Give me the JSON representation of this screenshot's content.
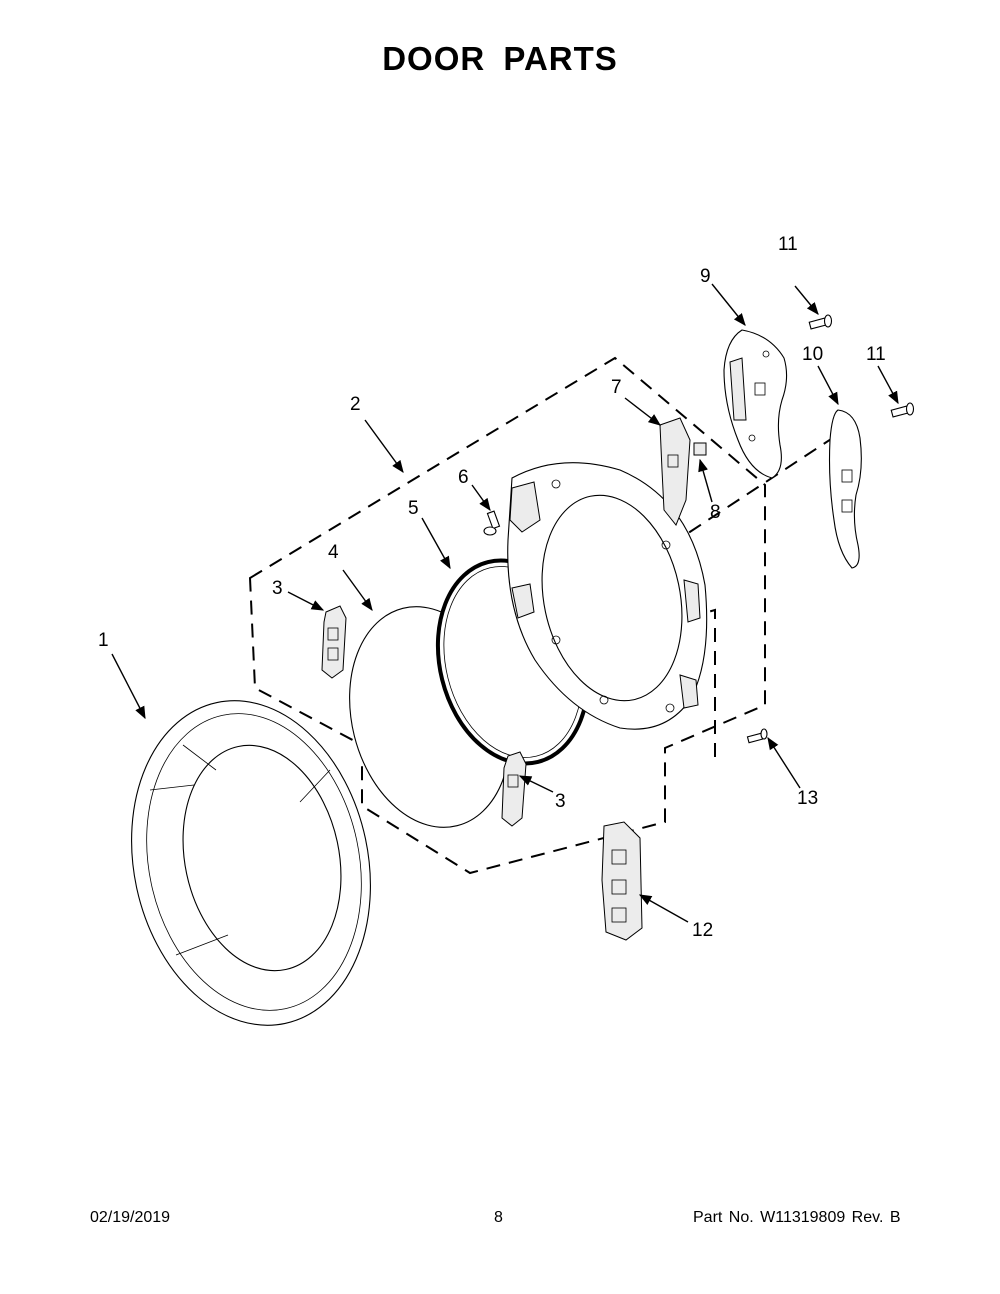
{
  "title": "DOOR PARTS",
  "footer": {
    "date": "02/19/2019",
    "page": "8",
    "part_number": "Part No.  W11319809  Rev.  B"
  },
  "callouts": {
    "c1": "1",
    "c2": "2",
    "c3a": "3",
    "c3b": "3",
    "c4": "4",
    "c5": "5",
    "c6": "6",
    "c7": "7",
    "c8": "8",
    "c9": "9",
    "c10": "10",
    "c11a": "11",
    "c11b": "11",
    "c12": "12",
    "c13": "13"
  }
}
